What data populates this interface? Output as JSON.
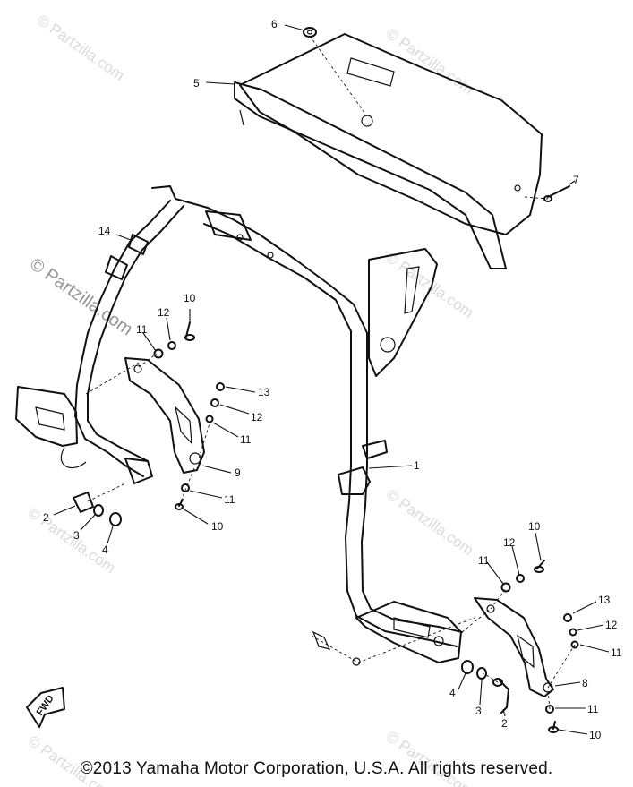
{
  "callouts": [
    "1",
    "2",
    "3",
    "4",
    "5",
    "6",
    "7",
    "8",
    "9",
    "10",
    "11",
    "12",
    "13",
    "14"
  ],
  "fwd_label": "FWD",
  "watermark": "© Partzilla.com",
  "copyright": "©2013  Yamaha Motor Corporation, U.S.A. All rights reserved."
}
